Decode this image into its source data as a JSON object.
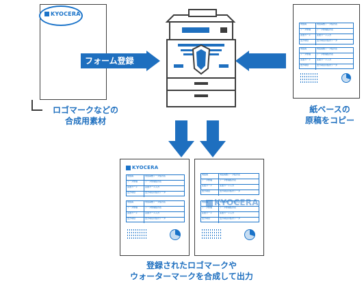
{
  "logo_text": "KYOCERA",
  "labels": {
    "form_register": "フォーム登録",
    "left_caption_line1": "ロゴマークなどの",
    "left_caption_line2": "合成用素材",
    "right_caption_line1": "紙ベースの",
    "right_caption_line2": "原稿をコピー",
    "bottom_caption_line1": "登録されたロゴマークや",
    "bottom_caption_line2": "ウォーターマークを合成して出力"
  },
  "document_rows": [
    [
      "現会員",
      "現会員数データ集計表"
    ],
    [
      "データ整理",
      "データ整理集計表"
    ],
    [
      "変更カード",
      "変更カード入力"
    ],
    [
      "出力項目",
      "出力項目の集計データ"
    ]
  ],
  "colors": {
    "accent": "#1e6fbf",
    "logo": "#1a73c9",
    "outline": "#3c3c3c"
  }
}
